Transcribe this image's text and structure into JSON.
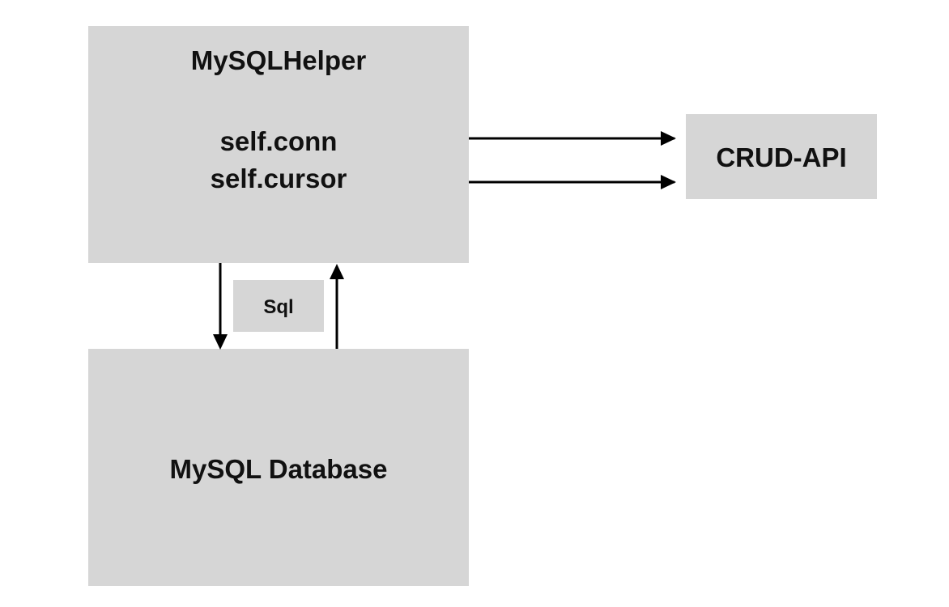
{
  "diagram": {
    "helper": {
      "title": "MySQLHelper",
      "attr_conn": "self.conn",
      "attr_cursor": "self.cursor"
    },
    "crud": {
      "label": "CRUD-API"
    },
    "database": {
      "label": "MySQL Database"
    },
    "sql": {
      "label": "Sql"
    },
    "colors": {
      "box_fill": "#d6d6d6",
      "arrow": "#000000",
      "text": "#111111"
    }
  }
}
